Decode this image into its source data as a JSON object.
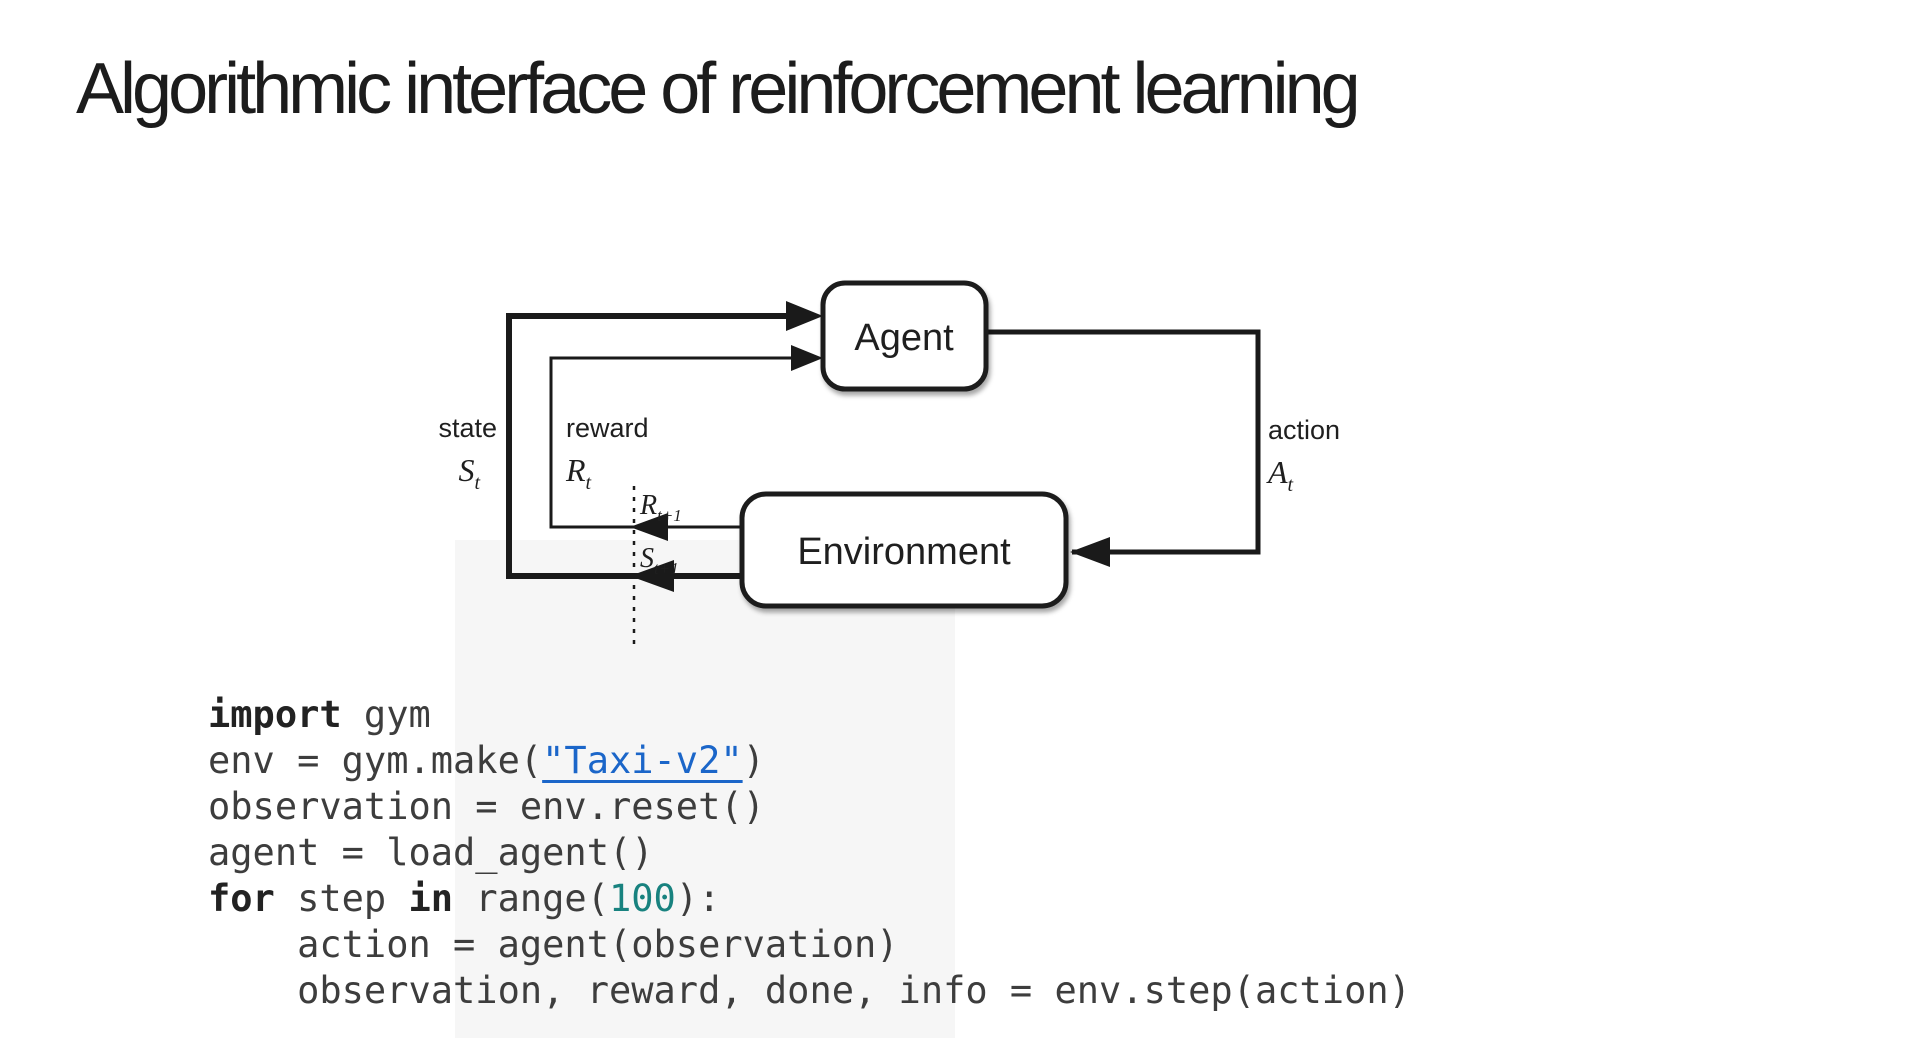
{
  "slide": {
    "title": "Algorithmic interface of reinforcement learning"
  },
  "diagram": {
    "agent_label": "Agent",
    "environment_label": "Environment",
    "state_label": "state",
    "state_symbol": "S",
    "state_sub": "t",
    "reward_label": "reward",
    "reward_symbol": "R",
    "reward_sub": "t",
    "action_label": "action",
    "action_symbol": "A",
    "action_sub": "t",
    "reward_next_symbol": "R",
    "reward_next_sub": "t+1",
    "state_next_symbol": "S",
    "state_next_sub": "t+1",
    "line_color": "#1a1a1a"
  },
  "code": {
    "plain_color": "#3d3d3d",
    "keyword_color": "#222222",
    "link_color": "#1b66c9",
    "number_color": "#18827f",
    "lines": [
      [
        {
          "t": "import",
          "s": "kw"
        },
        {
          "t": " gym",
          "s": "plain"
        }
      ],
      [
        {
          "t": "env = gym.make(",
          "s": "plain"
        },
        {
          "t": "\"Taxi-v2\"",
          "s": "link"
        },
        {
          "t": ")",
          "s": "plain"
        }
      ],
      [
        {
          "t": "observation = env.reset()",
          "s": "plain"
        }
      ],
      [
        {
          "t": "agent = load_agent()",
          "s": "plain"
        }
      ],
      [
        {
          "t": "for",
          "s": "kw"
        },
        {
          "t": " step ",
          "s": "plain"
        },
        {
          "t": "in",
          "s": "kw"
        },
        {
          "t": " range(",
          "s": "plain"
        },
        {
          "t": "100",
          "s": "num"
        },
        {
          "t": "):",
          "s": "plain"
        }
      ],
      [
        {
          "t": "    action = agent(observation)",
          "s": "plain"
        }
      ],
      [
        {
          "t": "    observation, reward, done, info = env.step(action)",
          "s": "plain"
        }
      ]
    ]
  }
}
